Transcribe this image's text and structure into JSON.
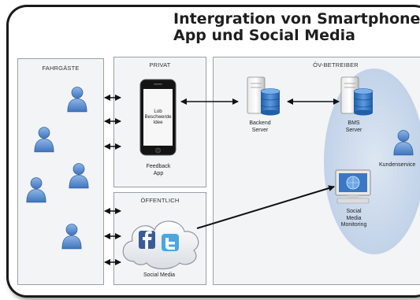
{
  "title": {
    "line1": "Intergration von Smartphone",
    "line2": "App und Social Media"
  },
  "panels": {
    "fahrgaeste": "FAHRGÄSTE",
    "privat": "PRIVAT",
    "oeffentlich": "ÖFFENTLICH",
    "oev_betreiber": "ÖV-BETREIBER"
  },
  "phone_screen": {
    "line1": "Lob",
    "line2": "Beschwerde",
    "line3": "Idee"
  },
  "labels": {
    "feedback_app": "Feedback\nApp",
    "social_media": "Social Media",
    "backend_server": "Backend\nServer",
    "bms_server": "BMS\nServer",
    "kundenservice": "Kundenservice",
    "social_media_monitoring": "Social\nMedia\nMonitoring"
  },
  "icons": [
    "person-icon",
    "smartphone-icon",
    "server-icon",
    "monitor-icon",
    "facebook-icon",
    "twitter-icon",
    "cloud-icon"
  ],
  "colors": {
    "person_blue": "#5b8fd0",
    "database_blue": "#3d7cc9",
    "ellipse_blue": "#c5d5ea"
  }
}
